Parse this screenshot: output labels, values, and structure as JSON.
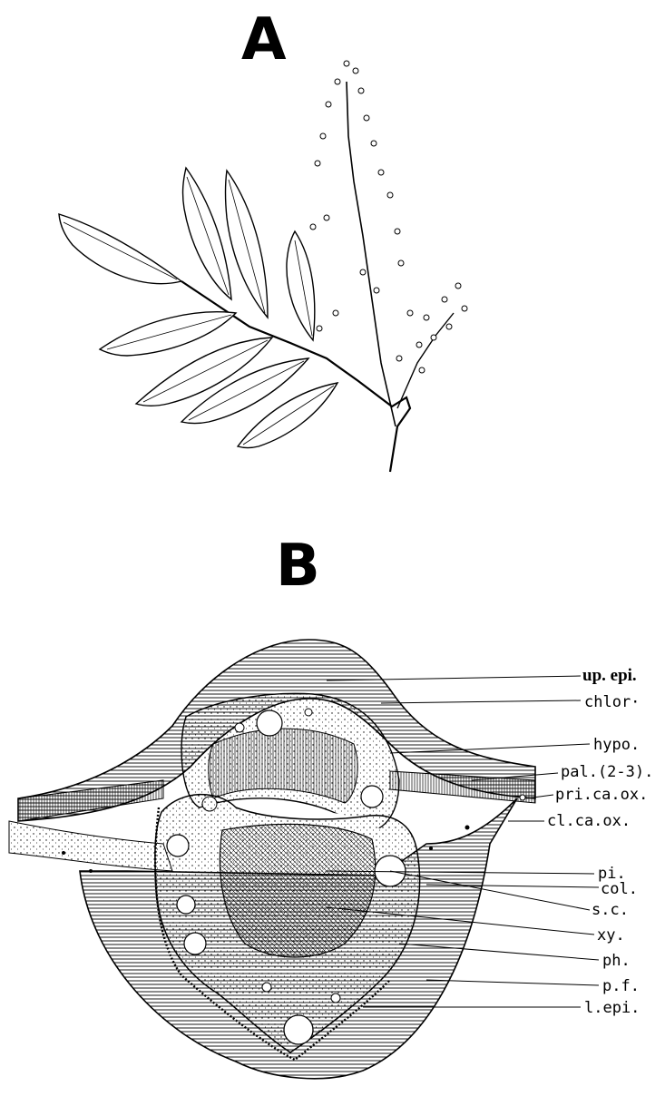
{
  "panels": {
    "a": {
      "letter": "A"
    },
    "b": {
      "letter": "B"
    }
  },
  "labels": [
    {
      "id": "up-epi",
      "text": "up. epi."
    },
    {
      "id": "chlor",
      "text": "chlor·"
    },
    {
      "id": "hypo",
      "text": "hypo."
    },
    {
      "id": "pal",
      "text": "pal.(2-3)."
    },
    {
      "id": "pri-ca-ox",
      "text": "pri.ca.ox."
    },
    {
      "id": "cl-ca-ox",
      "text": "cl.ca.ox."
    },
    {
      "id": "pi",
      "text": "pi."
    },
    {
      "id": "col",
      "text": "col."
    },
    {
      "id": "s-c",
      "text": "s.c."
    },
    {
      "id": "xy",
      "text": "xy."
    },
    {
      "id": "ph",
      "text": "ph."
    },
    {
      "id": "p-f",
      "text": "p.f."
    },
    {
      "id": "l-epi",
      "text": "l.epi."
    }
  ]
}
